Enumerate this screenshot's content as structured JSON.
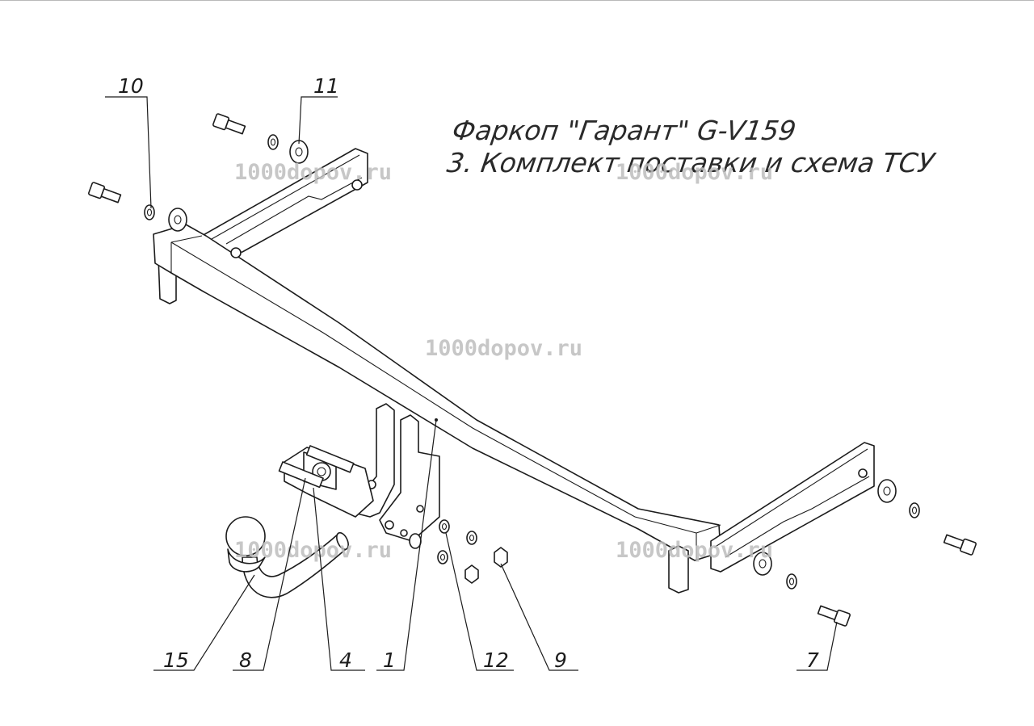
{
  "title": {
    "line1": "Фаркоп \"Гарант\" G-V159",
    "line2": "3. Комплект поставки и схема ТСУ"
  },
  "watermark": "1000dopov.ru",
  "callouts": [
    {
      "id": "10",
      "label": "10"
    },
    {
      "id": "11",
      "label": "11"
    },
    {
      "id": "15",
      "label": "15"
    },
    {
      "id": "8",
      "label": "8"
    },
    {
      "id": "4",
      "label": "4"
    },
    {
      "id": "1",
      "label": "1"
    },
    {
      "id": "12",
      "label": "12"
    },
    {
      "id": "9",
      "label": "9"
    },
    {
      "id": "7",
      "label": "7"
    }
  ]
}
